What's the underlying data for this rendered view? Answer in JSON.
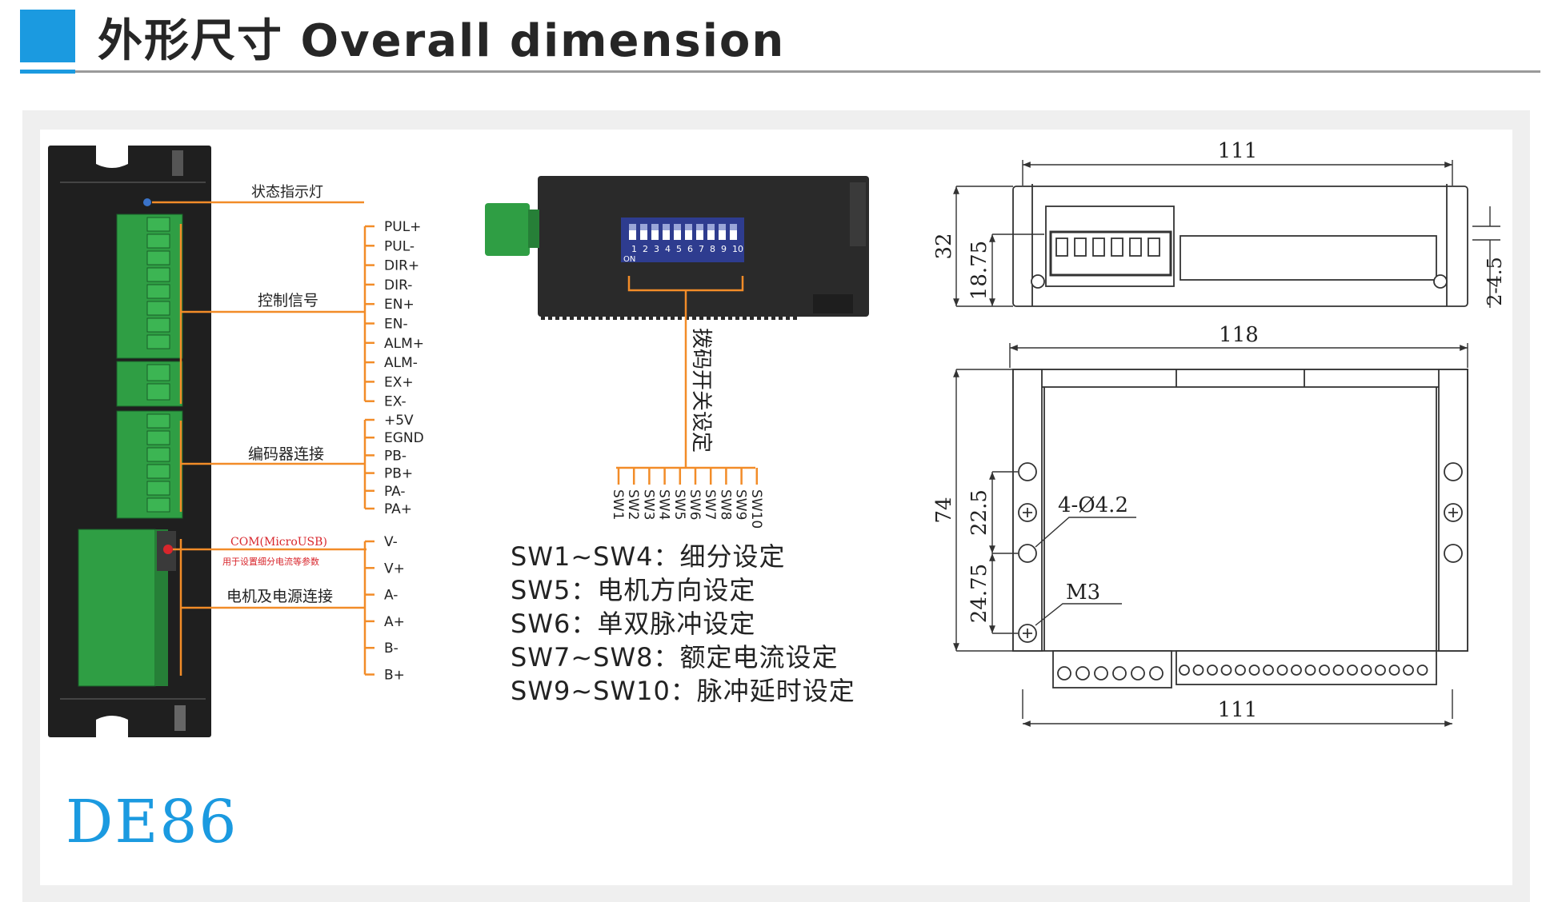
{
  "header": {
    "title": "外形尺寸  Overall dimension"
  },
  "model": "DE86",
  "left_labels": {
    "status_led": "状态指示灯",
    "control_signal": "控制信号",
    "encoder": "编码器连接",
    "com_port": "COM(MicroUSB)",
    "com_note": "用于设置细分电流等参数",
    "motor_power": "电机及电源连接"
  },
  "control_pins": [
    "PUL+",
    "PUL-",
    "DIR+",
    "DIR-",
    "EN+",
    "EN-",
    "ALM+",
    "ALM-",
    "EX+",
    "EX-"
  ],
  "encoder_pins": [
    "+5V",
    "EGND",
    "PB-",
    "PB+",
    "PA-",
    "PA+"
  ],
  "power_pins": [
    "V-",
    "V+",
    "A-",
    "A+",
    "B-",
    "B+"
  ],
  "dip": {
    "numbers": [
      "1",
      "2",
      "3",
      "4",
      "5",
      "6",
      "7",
      "8",
      "9",
      "10"
    ],
    "on_label": "ON",
    "caption": "拨码开关设定",
    "sw_labels": [
      "SW1",
      "SW2",
      "SW3",
      "SW4",
      "SW5",
      "SW6",
      "SW7",
      "SW8",
      "SW9",
      "SW10"
    ]
  },
  "legend": [
    "SW1~SW4：细分设定",
    "SW5：电机方向设定",
    "SW6：单双脉冲设定",
    "SW7~SW8：额定电流设定",
    "SW9~SW10：脉冲延时设定"
  ],
  "dimensions": {
    "top_width": "111",
    "height": "32",
    "connector_height": "18.75",
    "slot": "2-4.5",
    "body_width": "118",
    "depth": "74",
    "hole_spacing_upper": "22.5",
    "hole_spacing_lower": "24.75",
    "holes": "4-Ø4.2",
    "screw": "M3",
    "bottom_width": "111"
  },
  "colors": {
    "accent": "#1b9ae0",
    "leader": "#f28c28",
    "pcb_green": "#2f9e44",
    "com_red": "#d8262c"
  }
}
